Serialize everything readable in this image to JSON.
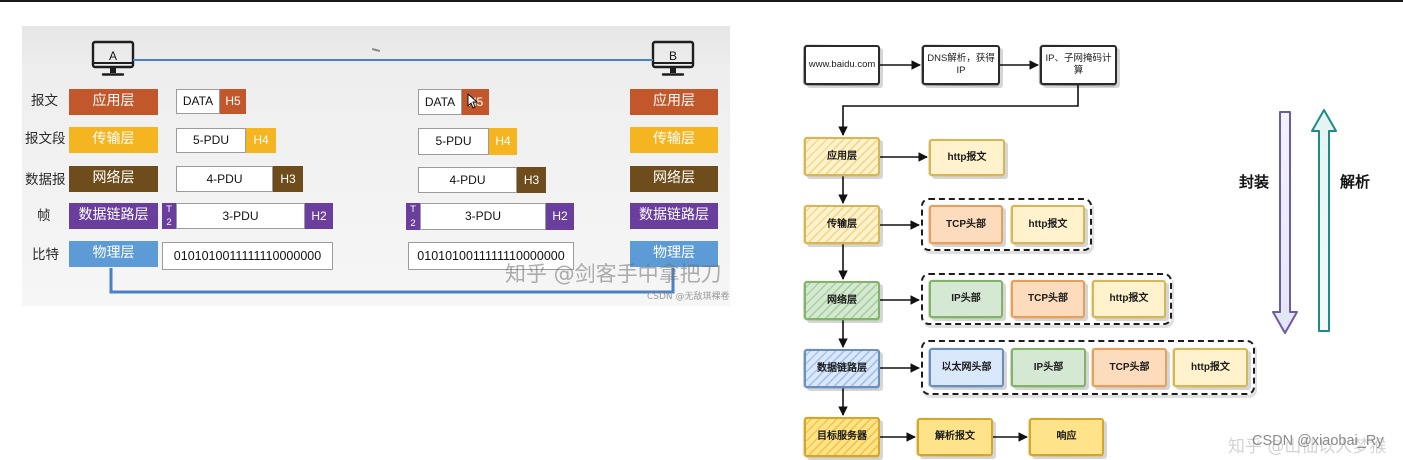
{
  "left": {
    "hosts": {
      "a": "A",
      "b": "B"
    },
    "row_labels": [
      "报文",
      "报文段",
      "数据报",
      "帧",
      "比特"
    ],
    "layers": [
      {
        "label": "应用层",
        "color": "#c1572b"
      },
      {
        "label": "传输层",
        "color": "#f5b521"
      },
      {
        "label": "网络层",
        "color": "#6e4c1c"
      },
      {
        "label": "数据链路层",
        "color": "#6a3e9c"
      },
      {
        "label": "物理层",
        "color": "#5d9bd6"
      }
    ],
    "units": {
      "data": "DATA",
      "h5": "H5",
      "pdu5": "5-PDU",
      "h4": "H4",
      "pdu4": "4-PDU",
      "h3": "H3",
      "t2_top": "T",
      "t2_bottom": "2",
      "pdu3": "3-PDU",
      "h2": "H2",
      "bits": "0101010011111110000000"
    },
    "link_color": "#4a80c4",
    "watermark": "知乎 @剑客手中拿把刀",
    "credit": "CSDN @无敌琪裸卷"
  },
  "right": {
    "top_flow": [
      {
        "lines": [
          "www.baidu.com"
        ]
      },
      {
        "lines": [
          "DNS解析，获得",
          "IP"
        ]
      },
      {
        "lines": [
          "IP、子网掩码计",
          "算"
        ]
      }
    ],
    "layers": {
      "application": "应用层",
      "transport": "传输层",
      "network": "网络层",
      "datalink": "数据链路层"
    },
    "headers": {
      "http": "http报文",
      "tcp": "TCP头部",
      "ip": "IP头部",
      "ethernet": "以太网头部"
    },
    "bottom_flow": [
      "目标服务器",
      "解析报文",
      "响应"
    ],
    "encapsulate": "封装",
    "decapsulate": "解析",
    "credit": "CSDN @xiaobai_Ry",
    "watermark": "知乎 @山仙以人梦猴",
    "colors": {
      "plain": {
        "fill": "#ffffff",
        "border": "#2a2a2a"
      },
      "http": {
        "fill": "#fff2cc",
        "border": "#d6b656",
        "hatch": "#f3d98c"
      },
      "tcp": {
        "fill": "#fcdcbc",
        "border": "#e5a05c"
      },
      "ip": {
        "fill": "#d5e8d4",
        "border": "#82b366",
        "hatch": "#a9d39e"
      },
      "ethernet": {
        "fill": "#dae8fc",
        "border": "#6c8ebf",
        "hatch": "#a7c3ec"
      },
      "server": {
        "fill": "#ffe38a",
        "border": "#d4a72c",
        "hatch": "#f2c84a"
      },
      "encapsulate_arrow": "#6f5c9c",
      "decapsulate_arrow": "#1d8c86"
    }
  }
}
